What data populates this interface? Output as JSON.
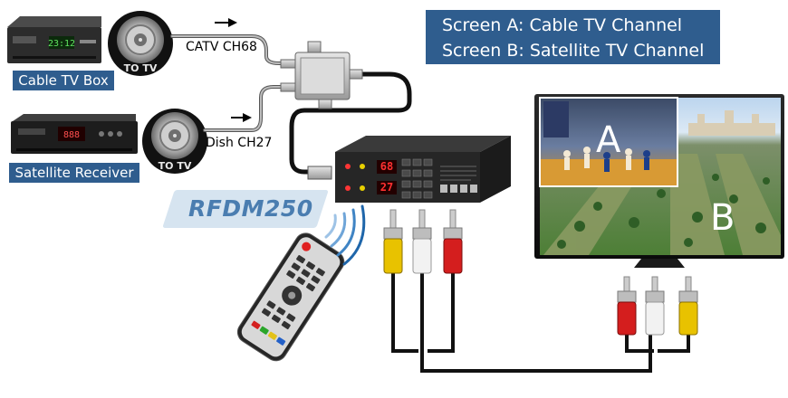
{
  "labels": {
    "cable_box": "Cable TV Box",
    "satellite_receiver": "Satellite Receiver",
    "catv": "CATV CH68",
    "dish": "Dish CH27",
    "to_tv_1": "TO TV",
    "to_tv_2": "TO TV",
    "screen_a": "Screen A: Cable TV Channel",
    "screen_b": "Screen B: Satellite TV Channel",
    "model": "RFDM250",
    "tv_a": "A",
    "tv_b": "B",
    "display_top": "68",
    "display_bottom": "27"
  },
  "colors": {
    "label_bg": "#2f5d8e",
    "rca_yellow": "#e8c200",
    "rca_white": "#f2f2f2",
    "rca_red": "#d41e1e"
  }
}
